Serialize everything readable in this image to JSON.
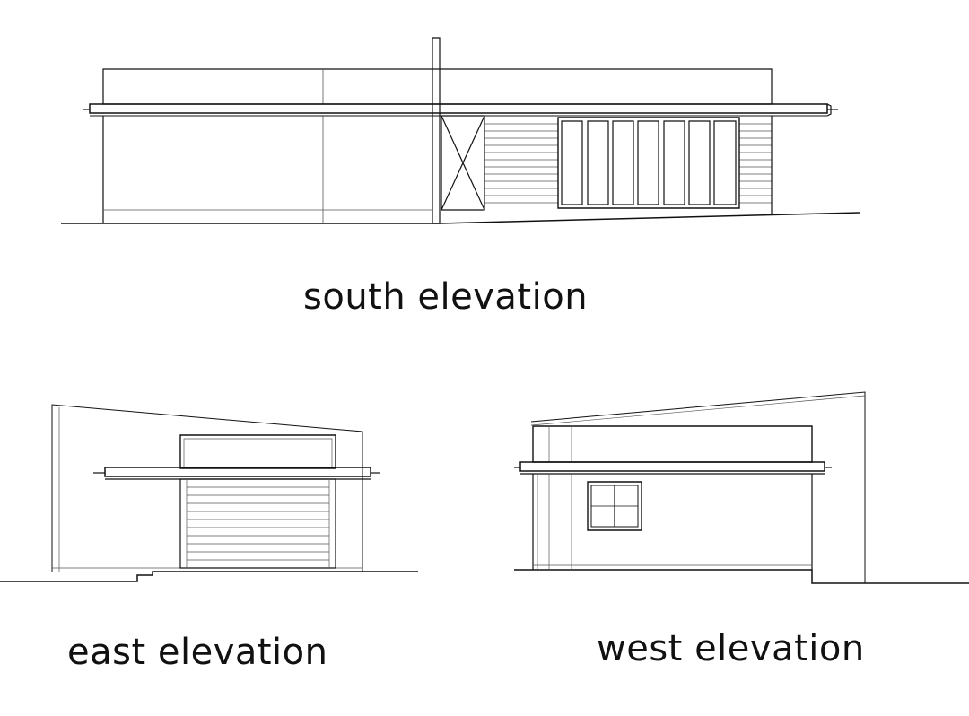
{
  "drawings": [
    {
      "id": "south",
      "label": "south elevation"
    },
    {
      "id": "east",
      "label": "east elevation"
    },
    {
      "id": "west",
      "label": "west elevation"
    }
  ],
  "colors": {
    "ink": "#111111",
    "fine": "#555555",
    "paper": "#ffffff"
  }
}
